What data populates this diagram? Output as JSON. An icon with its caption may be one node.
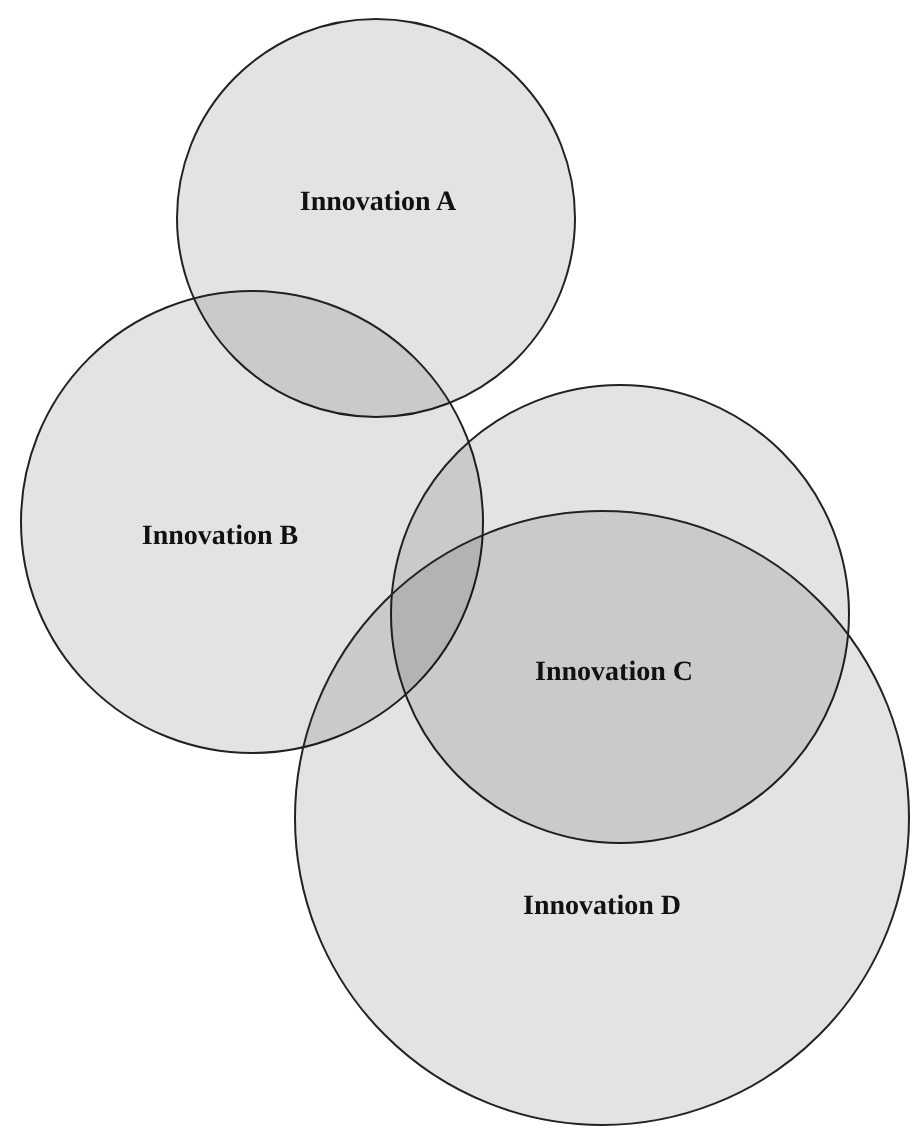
{
  "diagram": {
    "nodes": [
      {
        "text": [
          "Innovation A"
        ]
      },
      {
        "text": [
          "Innovation B"
        ]
      },
      {
        "text": [
          "Innovation C"
        ]
      },
      {
        "text": [
          "Innovation D"
        ]
      }
    ]
  }
}
